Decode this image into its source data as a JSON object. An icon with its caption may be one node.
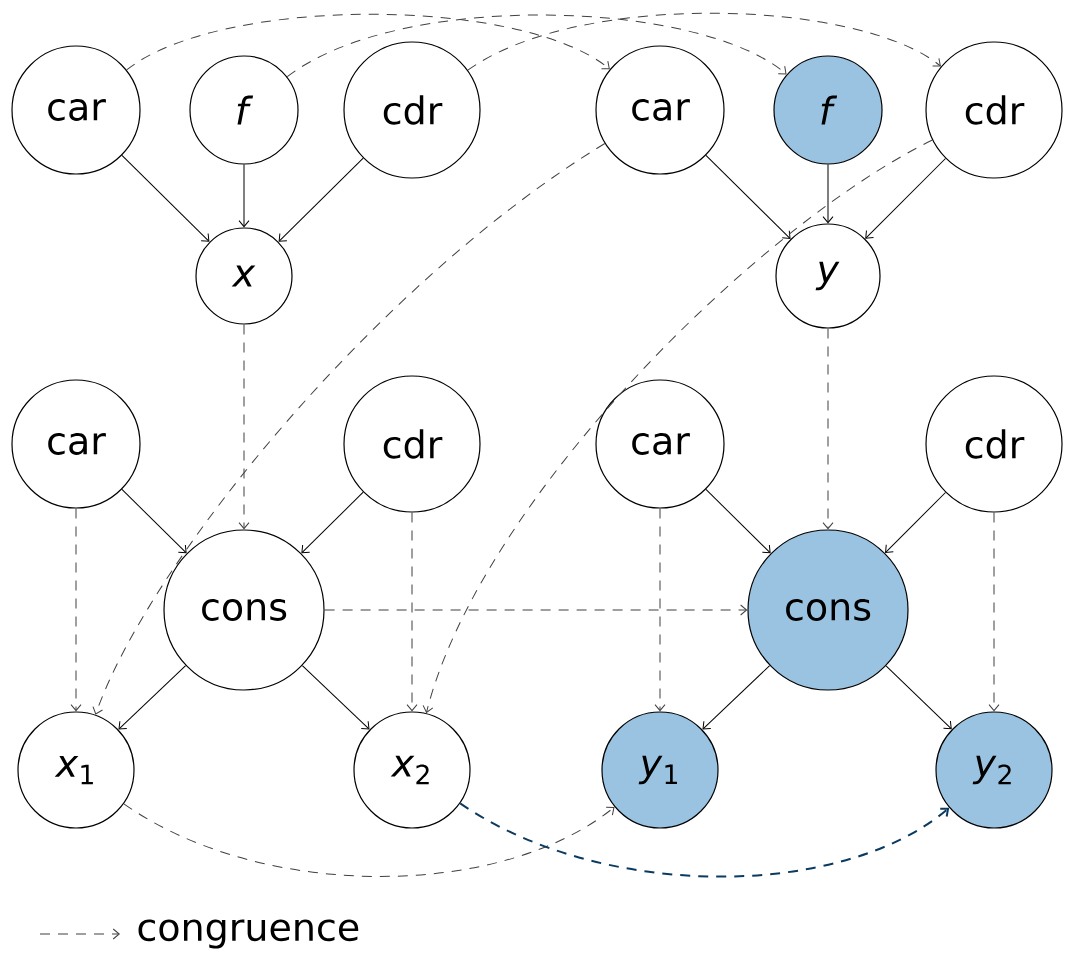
{
  "diagram": {
    "nodes": [
      {
        "text": [
          "car"
        ]
      },
      {
        "text": [
          "*f*"
        ]
      },
      {
        "text": [
          "cdr"
        ]
      },
      {
        "text": [
          "*x*"
        ]
      },
      {
        "text": [
          "car"
        ]
      },
      {
        "text": [
          "*f*"
        ]
      },
      {
        "text": [
          "cdr"
        ]
      },
      {
        "text": [
          "*y*"
        ]
      },
      {
        "text": [
          "car"
        ]
      },
      {
        "text": [
          "cdr"
        ]
      },
      {
        "text": [
          "cons"
        ]
      },
      {
        "text": [
          "*x*$_{1}$"
        ]
      },
      {
        "text": [
          "*x*$_{2}$"
        ]
      },
      {
        "text": [
          "car"
        ]
      },
      {
        "text": [
          "cdr"
        ]
      },
      {
        "text": [
          "cons"
        ]
      },
      {
        "text": [
          "*y*$_{1}$"
        ]
      },
      {
        "text": [
          "*y*$_{2}$"
        ]
      }
    ],
    "edges": [
      {
        "from": 0,
        "to": 3,
        "arrow": "to"
      },
      {
        "from": 1,
        "to": 3,
        "arrow": "to"
      },
      {
        "from": 2,
        "to": 3,
        "arrow": "to"
      },
      {
        "from": 4,
        "to": 7,
        "arrow": "to"
      },
      {
        "from": 5,
        "to": 7,
        "arrow": "to"
      },
      {
        "from": 6,
        "to": 7,
        "arrow": "to"
      },
      {
        "from": 8,
        "to": 10,
        "arrow": "to"
      },
      {
        "from": 9,
        "to": 10,
        "arrow": "to"
      },
      {
        "from": 10,
        "to": 11,
        "arrow": "to"
      },
      {
        "from": 10,
        "to": 12,
        "arrow": "to"
      },
      {
        "from": 13,
        "to": 15,
        "arrow": "to"
      },
      {
        "from": 14,
        "to": 15,
        "arrow": "to"
      },
      {
        "from": 15,
        "to": 16,
        "arrow": "to"
      },
      {
        "from": 15,
        "to": 17,
        "arrow": "to"
      },
      {
        "from": 0,
        "to": 4,
        "arrow": "to",
        "style": "dashed"
      },
      {
        "from": 1,
        "to": 5,
        "arrow": "to",
        "style": "dashed"
      },
      {
        "from": 2,
        "to": 6,
        "arrow": "to",
        "style": "dashed"
      },
      {
        "from": 3,
        "to": 10,
        "arrow": "to",
        "style": "dashed"
      },
      {
        "from": 7,
        "to": 15,
        "arrow": "to",
        "style": "dashed"
      },
      {
        "from": 4,
        "to": 11,
        "arrow": "to",
        "style": "dashed"
      },
      {
        "from": 6,
        "to": 12,
        "arrow": "to",
        "style": "dashed"
      },
      {
        "from": 8,
        "to": 11,
        "arrow": "to",
        "style": "dashed"
      },
      {
        "from": 9,
        "to": 12,
        "arrow": "to",
        "style": "dashed"
      },
      {
        "from": 10,
        "to": 15,
        "arrow": "to",
        "style": "dashed"
      },
      {
        "from": 13,
        "to": 16,
        "arrow": "to",
        "style": "dashed"
      },
      {
        "from": 14,
        "to": 17,
        "arrow": "to",
        "style": "dashed"
      },
      {
        "from": 11,
        "to": 16,
        "arrow": "to",
        "style": "dashed"
      },
      {
        "from": 12,
        "to": 17,
        "arrow": "to",
        "style": "dashed",
        "color": "#0b3a60"
      }
    ],
    "legend": [
      {
        "text": "congruence"
      }
    ]
  }
}
